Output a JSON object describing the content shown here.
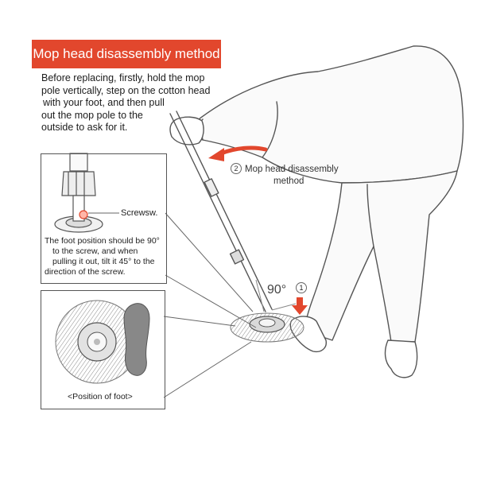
{
  "accent_color": "#e2472d",
  "title": "Mop head disassembly method",
  "intro_lines": [
    "Before replacing, firstly, hold the mop",
    "pole vertically, step on the cotton head",
    "with your foot, and then pull",
    "out the mop pole to the",
    "outside to ask for it."
  ],
  "step2": {
    "number": "2",
    "line1": "Mop head disassembly",
    "line2": "method"
  },
  "step1": {
    "number": "1",
    "angle": "90°"
  },
  "detail_screw": {
    "screw_label": "Screwsw.",
    "text_lines": [
      "The foot position should  be 90°",
      "to the screw, and  when",
      "pulling it out, tilt it 45° to the",
      "direction of the screw."
    ]
  },
  "detail_foot": {
    "caption": "<Position of foot>"
  },
  "icons": [
    "arrow-curved-icon",
    "arrow-down-icon",
    "mop-illustration",
    "foot-icon"
  ]
}
